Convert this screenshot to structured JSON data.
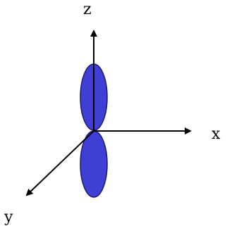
{
  "axes": {
    "z_label": "z",
    "x_label": "x",
    "y_label": "y"
  },
  "colors": {
    "lobe_fill": "#3f3fd6",
    "lobe_stroke": "#1b1b6e",
    "axis": "#000000"
  }
}
